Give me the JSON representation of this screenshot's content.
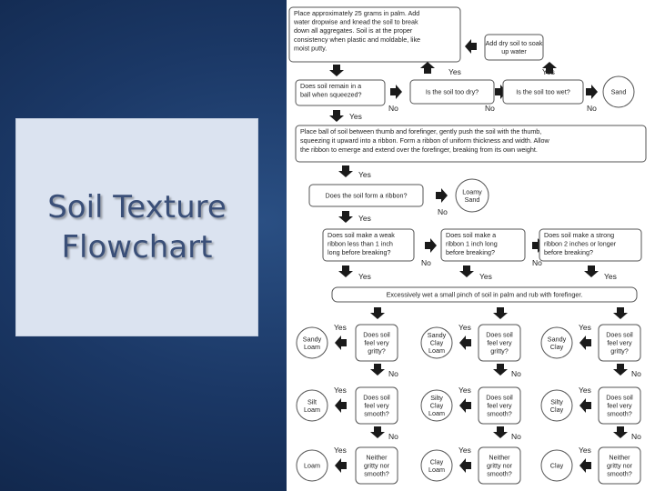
{
  "slide": {
    "title_line1": "Soil Texture",
    "title_line2": "Flowchart"
  },
  "flowchart": {
    "start": [
      "Place approximately 25 grams in palm. Add",
      "water dropwise and knead the soil to break",
      "down all aggregates. Soil is at the proper",
      "consistency when plastic and moldable, like",
      "moist putty."
    ],
    "add_dry_soil": [
      "Add dry soil to soak",
      "up water"
    ],
    "remain_ball": [
      "Does soil remain in a",
      "ball when squeezed?"
    ],
    "too_dry": [
      "Is the soil too dry?"
    ],
    "too_wet": [
      "Is the soil too wet?"
    ],
    "sand": "Sand",
    "ribbon_instruction": [
      "Place ball of soil between thumb and forefinger, gently push the soil with the thumb,",
      "squeezing it upward into a ribbon. Form a ribbon of uniform thickness and width. Allow",
      "the ribbon to emerge and extend over the forefinger, breaking from its own weight."
    ],
    "form_ribbon": [
      "Does the soil form a ribbon?"
    ],
    "loamy_sand": [
      "Loamy",
      "Sand"
    ],
    "weak_ribbon": [
      "Does soil make a weak",
      "ribbon less than 1 inch",
      "long before breaking?"
    ],
    "medium_ribbon": [
      "Does soil make a",
      "ribbon 1 inch long",
      "before breaking?"
    ],
    "strong_ribbon": [
      "Does soil make a strong",
      "ribbon 2 inches or longer",
      "before breaking?"
    ],
    "wet_pinch": "Excessively wet a small pinch of soil in palm and rub with forefinger.",
    "gritty_q": [
      "Does soil",
      "feel very",
      "gritty?"
    ],
    "smooth_q": [
      "Does soil",
      "feel very",
      "smooth?"
    ],
    "neither_q": [
      "Neither",
      "gritty nor",
      "smooth?"
    ],
    "results": {
      "sandy_loam": [
        "Sandy",
        "Loam"
      ],
      "silt_loam": [
        "Silt",
        "Loam"
      ],
      "loam": [
        "Loam"
      ],
      "sandy_clay_loam": [
        "Sandy",
        "Clay",
        "Loam"
      ],
      "silty_clay_loam": [
        "Silty",
        "Clay",
        "Loam"
      ],
      "clay_loam": [
        "Clay",
        "Loam"
      ],
      "sandy_clay": [
        "Sandy",
        "Clay"
      ],
      "silty_clay": [
        "Silty",
        "Clay"
      ],
      "clay": [
        "Clay"
      ]
    },
    "yes": "Yes",
    "no": "No"
  }
}
